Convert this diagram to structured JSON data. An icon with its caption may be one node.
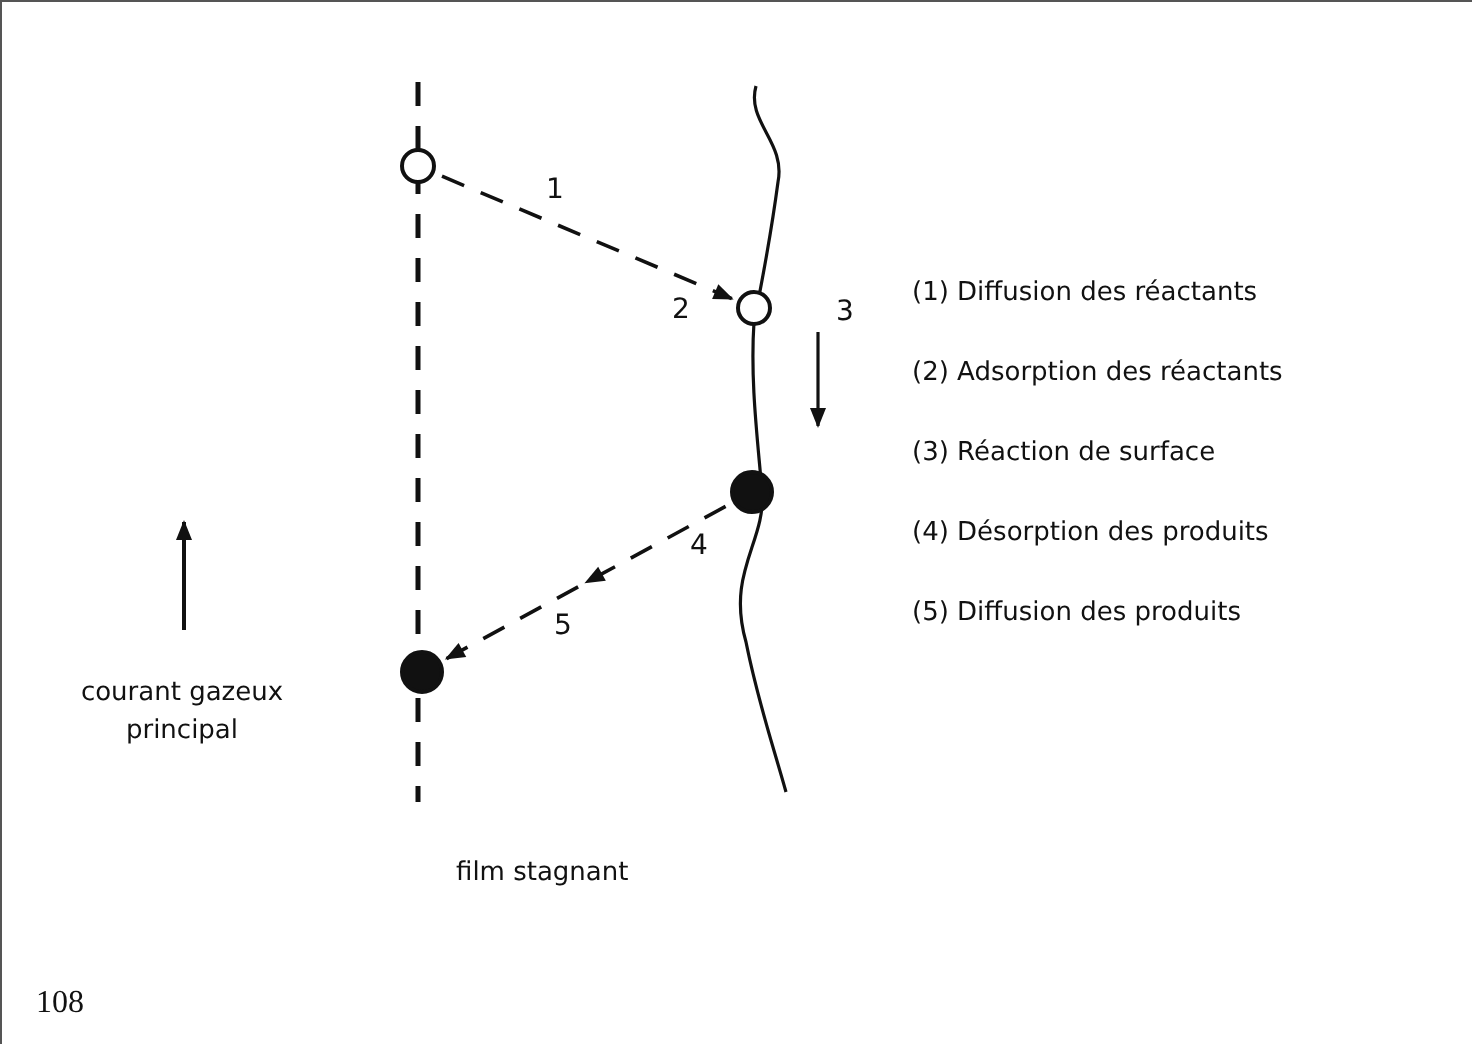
{
  "diagram": {
    "nodes": [
      {
        "text": [],
        "shape": "circle"
      },
      {
        "text": [],
        "shape": "circle",
        "beside": [
          "2"
        ]
      },
      {
        "text": [],
        "shape": "circle"
      },
      {
        "text": [],
        "shape": "circle"
      }
    ],
    "edges": [
      {
        "from": 0,
        "to": 1,
        "arrow": "to",
        "style": "dashed",
        "label": "1"
      },
      {
        "from": 2,
        "to": 3,
        "arrow": "to",
        "style": "dashed",
        "label": "5"
      }
    ],
    "labels": [
      "3",
      "4",
      "(1) Diffusion des réactants",
      "(2) Adsorption des réactants",
      "(3) Réaction de surface",
      "(4) Désorption des produits",
      "(5) Diffusion des produits",
      "courant gazeux principal",
      "film stagnant",
      "108"
    ]
  }
}
